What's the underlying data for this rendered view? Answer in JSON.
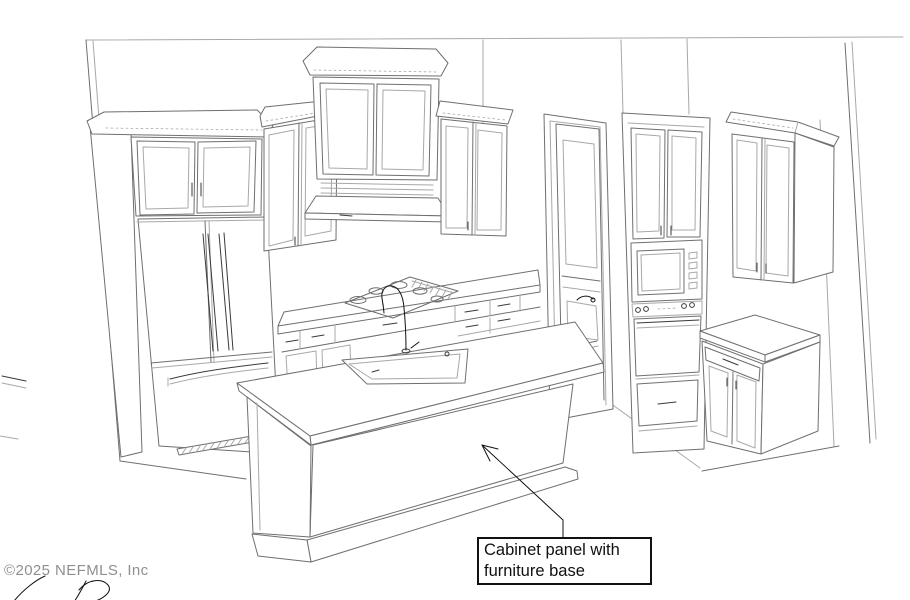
{
  "annotation": {
    "label": "Cabinet panel with furniture base"
  },
  "watermark": {
    "text": "©2025 NEFMLS, Inc"
  },
  "colors": {
    "background": "#ffffff",
    "line": "#6f6f6f",
    "line_faint": "#a8a8a8",
    "line_dark": "#3a3a3a",
    "accent_black": "#111111",
    "watermark": "#8f8f8f"
  },
  "scene": {
    "type": "architectural-line-rendering",
    "subject": "kitchen",
    "elements": [
      "walls",
      "floor",
      "crown-molding",
      "upper-cabinets",
      "range-hood-cabinet",
      "range-hood",
      "french-door-refrigerator",
      "freezer-drawer",
      "perimeter-countertop",
      "cooktop-burners",
      "drawer-bank",
      "pantry-door",
      "door-lever-handle",
      "wall-oven-tower",
      "microwave",
      "oven-drawer",
      "base-cabinet",
      "kitchen-island",
      "island-countertop",
      "undermount-sink",
      "gooseneck-faucet",
      "cabinet-panel",
      "furniture-base"
    ]
  }
}
